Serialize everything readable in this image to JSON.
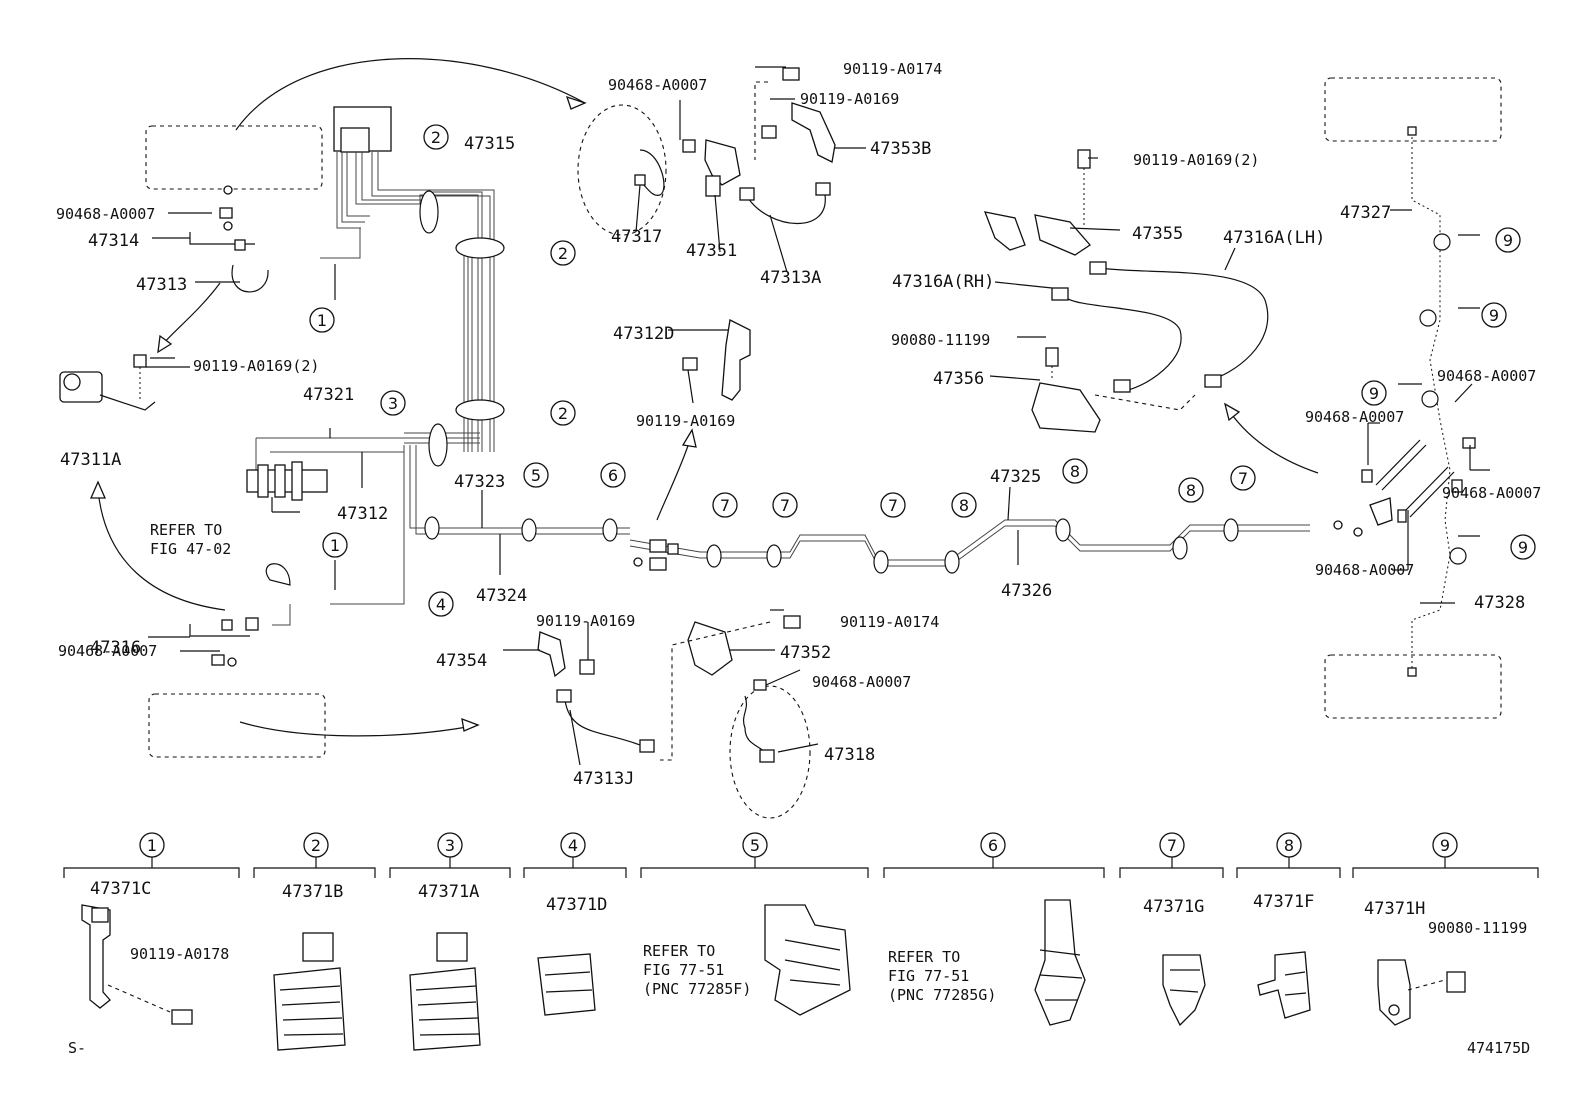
{
  "labels": {
    "p47315": "47315",
    "p47314": "47314",
    "p47313": "47313",
    "p47311A": "47311A",
    "p47321": "47321",
    "p47312": "47312",
    "p47323": "47323",
    "p47324": "47324",
    "p47316": "47316",
    "p47317": "47317",
    "p47351": "47351",
    "p47313A": "47313A",
    "p47353B": "47353B",
    "p47312D": "47312D",
    "p47354": "47354",
    "p47313J": "47313J",
    "p47352": "47352",
    "p47318": "47318",
    "p47355": "47355",
    "p47316A_LH": "47316A(LH)",
    "p47316A_RH": "47316A(RH)",
    "p47356": "47356",
    "p47325": "47325",
    "p47326": "47326",
    "p47327": "47327",
    "p47328": "47328",
    "b90468a": "90468-A0007",
    "b90468b": "90468-A0007",
    "b90468c": "90468-A0007",
    "b90468d": "90468-A0007",
    "b90468e": "90468-A0007",
    "b90468f": "90468-A0007",
    "b90468g": "90468-A0007",
    "b90119_174a": "90119-A0174",
    "b90119_174b": "90119-A0174",
    "b90119_169a": "90119-A0169",
    "b90119_169b": "90119-A0169",
    "b90119_169c": "90119-A0169",
    "b90119_169_2a": "90119-A0169(2)",
    "b90119_169_2b": "90119-A0169(2)",
    "b90080": "90080-11199",
    "refer1a": "REFER TO",
    "refer1b": "FIG 47-02"
  },
  "callouts": [
    "1",
    "2",
    "3",
    "4",
    "5",
    "6",
    "7",
    "8",
    "9"
  ],
  "clamps": [
    {
      "num": "1",
      "part": "47371C",
      "extra": "90119-A0178"
    },
    {
      "num": "2",
      "part": "47371B"
    },
    {
      "num": "3",
      "part": "47371A"
    },
    {
      "num": "4",
      "part": "47371D"
    },
    {
      "num": "5",
      "refer1": "REFER TO",
      "refer2": "FIG 77-51",
      "refer3": "(PNC 77285F)"
    },
    {
      "num": "6",
      "refer1": "REFER TO",
      "refer2": "FIG 77-51",
      "refer3": "(PNC 77285G)"
    },
    {
      "num": "7",
      "part": "47371G"
    },
    {
      "num": "8",
      "part": "47371F"
    },
    {
      "num": "9",
      "part": "47371H",
      "extra": "90080-11199"
    }
  ],
  "footer": {
    "left": "S-",
    "right": "474175D"
  }
}
